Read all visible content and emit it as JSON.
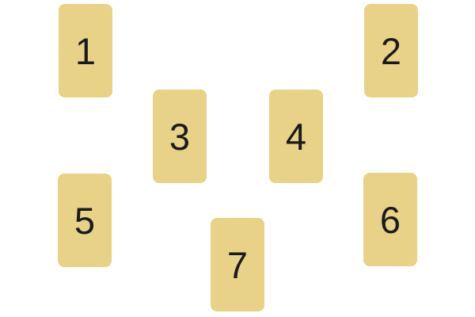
{
  "page": {
    "background": "#ffffff"
  },
  "colors": {
    "card_fill": "#e8d287",
    "number": "#1a1a1a"
  },
  "spread": {
    "cards": [
      {
        "label": "1"
      },
      {
        "label": "2"
      },
      {
        "label": "3"
      },
      {
        "label": "4"
      },
      {
        "label": "5"
      },
      {
        "label": "6"
      },
      {
        "label": "7"
      }
    ]
  }
}
